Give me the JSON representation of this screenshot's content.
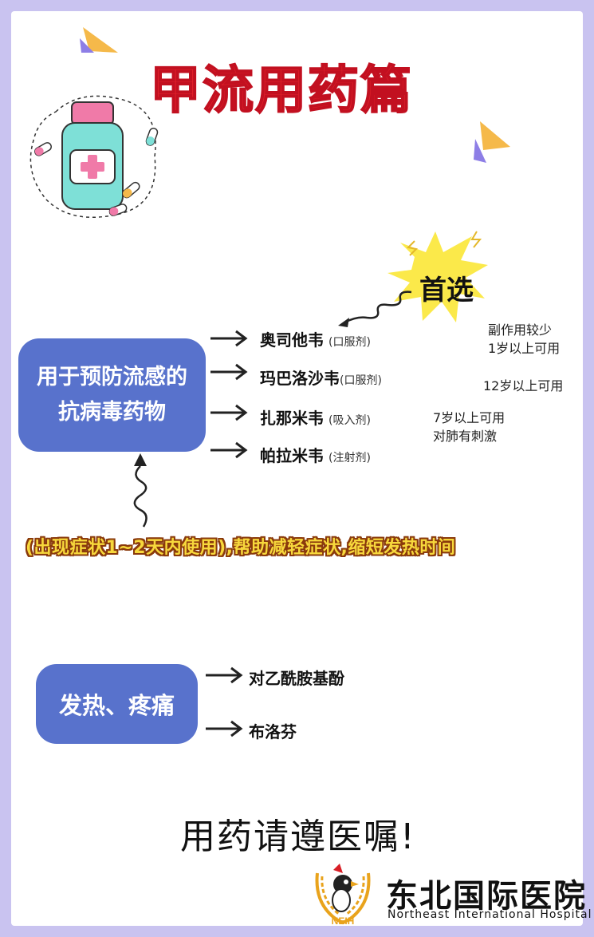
{
  "title": "甲流用药篇",
  "first_choice": "首选",
  "antiviral_box": "用于预防流感的抗病毒药物",
  "drugs": [
    {
      "name": "奥司他韦",
      "form": "(口服剂)"
    },
    {
      "name": "玛巴洛沙韦",
      "form": "(口服剂)"
    },
    {
      "name": "扎那米韦",
      "form": "(吸入剂)"
    },
    {
      "name": "帕拉米韦",
      "form": "(注射剂)"
    }
  ],
  "notes": {
    "oseltamivir_1": "副作用较少",
    "oseltamivir_2": "1岁以上可用",
    "baloxavir": "12岁以上可用",
    "zanamivir_1": "7岁以上可用",
    "zanamivir_2": "对肺有刺激"
  },
  "symptom_note": "(出现症状1~2天内使用),帮助减轻症状,缩短发热时间",
  "fever_box": "发热、疼痛",
  "fever_drugs": [
    "对乙酰胺基酚",
    "布洛芬"
  ],
  "advice": "用药请遵医嘱!",
  "hospital": {
    "name_cn": "东北国际医院",
    "name_en": "Northeast International Hospital",
    "logo_text": "NEIH"
  },
  "colors": {
    "title": "#e0202a",
    "box": "#5872cc",
    "border": "#c9c3f0",
    "symptom_fill": "#f7d83c",
    "burst": "#fbe94a"
  }
}
